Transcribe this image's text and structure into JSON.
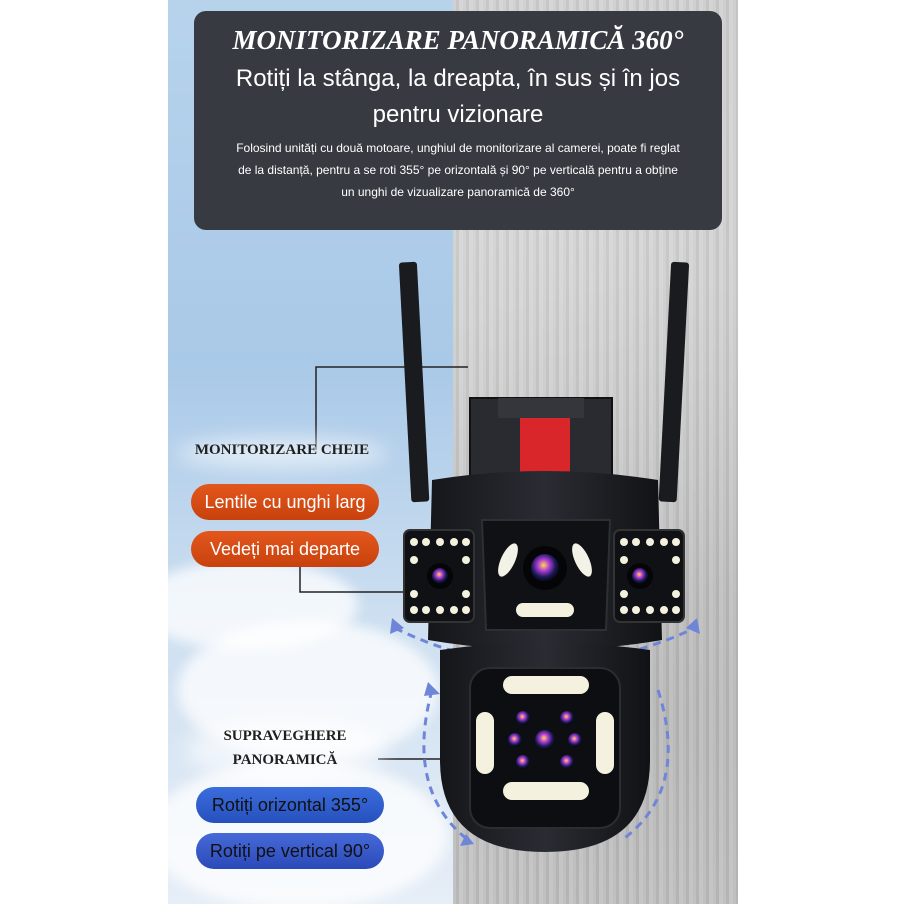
{
  "header": {
    "title": "MONITORIZARE PANORAMICĂ 360°",
    "subtitle": "Rotiți la stânga, la dreapta, în sus și în jos pentru vizionare",
    "description": "Folosind unități cu două motoare, unghiul de monitorizare al camerei, poate fi reglat de la distanță, pentru a se roti  355° pe orizontală și 90° pe verticală pentru a obține un unghi de vizualizare panoramică de 360°"
  },
  "key_monitoring": {
    "heading": "MONITORIZARE CHEIE",
    "features": [
      "Lentile cu unghi larg",
      "Vedeți mai departe"
    ]
  },
  "panoramic": {
    "heading_line1": "SUPRAVEGHERE",
    "heading_line2": "PANORAMICĂ",
    "features": [
      "Rotiți orizontal 355°",
      "Rotiți pe vertical 90°"
    ]
  },
  "colors": {
    "header_bg": "#373a40",
    "feature_orange": "#d94c14",
    "feature_blue": "#3660cc",
    "camera_body": "#1c1d22",
    "mount_red": "#d8262a"
  }
}
